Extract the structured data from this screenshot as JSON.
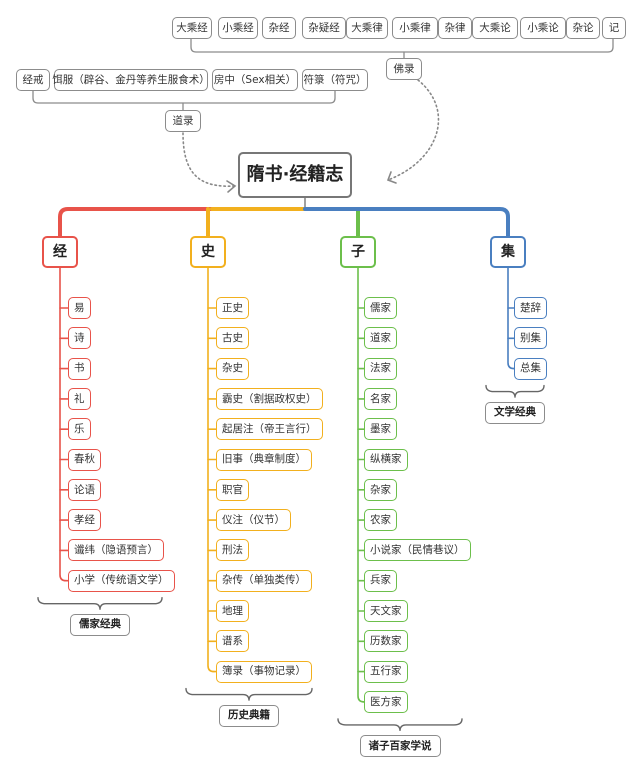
{
  "root": {
    "label": "隋书·经籍志"
  },
  "buddhist_group": {
    "label": "佛录",
    "items": [
      "大乘经",
      "小乘经",
      "杂经",
      "杂疑经",
      "大乘律",
      "小乘律",
      "杂律",
      "大乘论",
      "小乘论",
      "杂论",
      "记"
    ]
  },
  "taoist_group": {
    "label": "道录",
    "items": [
      "经戒",
      "饵服（辟谷、金丹等养生服食术）",
      "房中（Sex相关）",
      "符箓（符咒）"
    ]
  },
  "branches": [
    {
      "label": "经",
      "color": "#e8534a",
      "summary": "儒家经典",
      "items": [
        "易",
        "诗",
        "书",
        "礼",
        "乐",
        "春秋",
        "论语",
        "孝经",
        "谶纬（隐语预言）",
        "小学（传统语文学）"
      ]
    },
    {
      "label": "史",
      "color": "#f2b01e",
      "summary": "历史典籍",
      "items": [
        "正史",
        "古史",
        "杂史",
        "霸史（割据政权史）",
        "起居注（帝王言行）",
        "旧事（典章制度）",
        "职官",
        "仪注（仪节）",
        "刑法",
        "杂传（单独类传）",
        "地理",
        "谱系",
        "簿录（事物记录）"
      ]
    },
    {
      "label": "子",
      "color": "#6cbf4b",
      "summary": "诸子百家学说",
      "items": [
        "儒家",
        "道家",
        "法家",
        "名家",
        "墨家",
        "纵横家",
        "杂家",
        "农家",
        "小说家（民情巷议）",
        "兵家",
        "天文家",
        "历数家",
        "五行家",
        "医方家"
      ]
    },
    {
      "label": "集",
      "color": "#4a7fc0",
      "summary": "文学经典",
      "items": [
        "楚辞",
        "别集",
        "总集"
      ]
    }
  ]
}
